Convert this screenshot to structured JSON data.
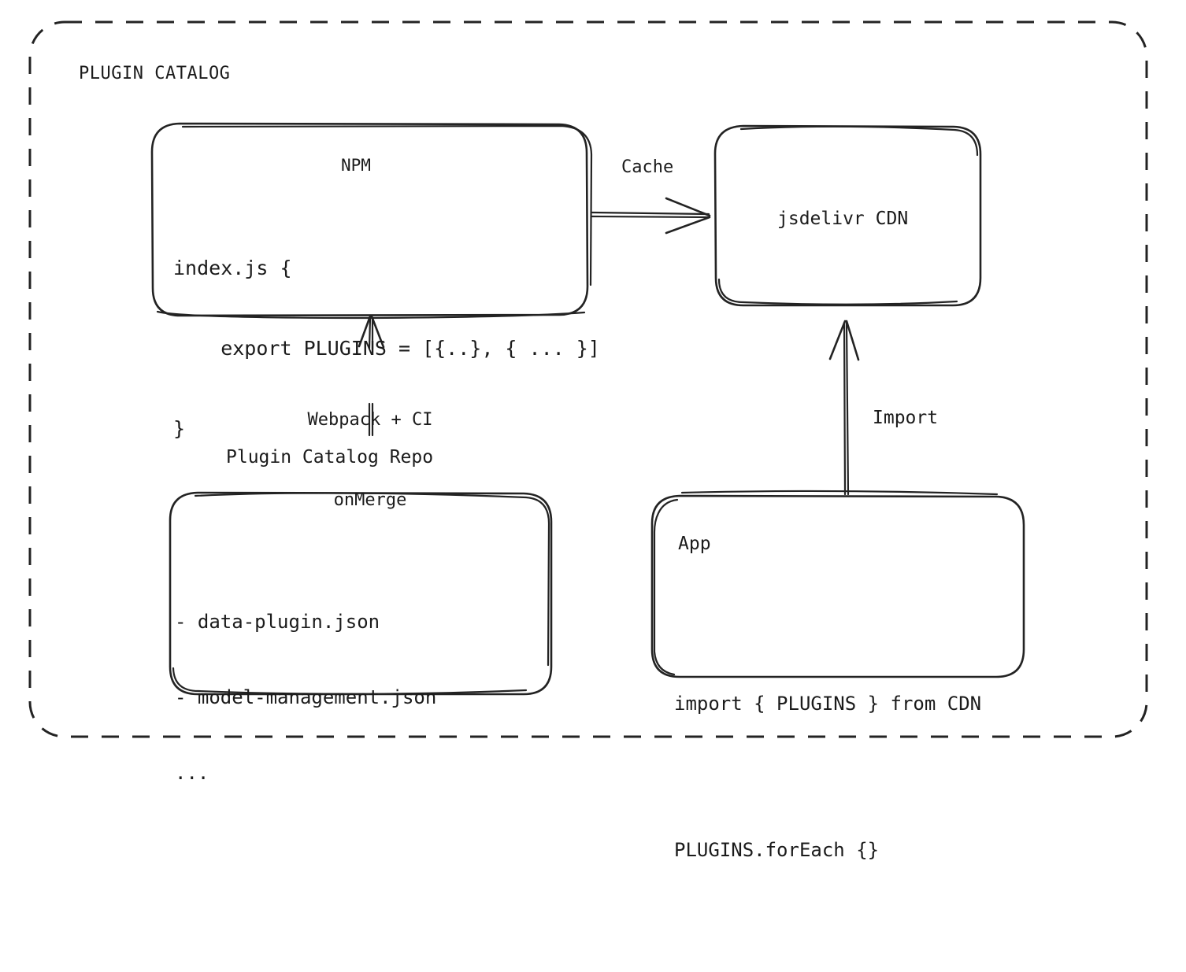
{
  "frame": {
    "title": "PLUGIN CATALOG",
    "border_style": "dashed",
    "stroke_color": "#232323"
  },
  "nodes": {
    "npm": {
      "title": "NPM",
      "code_lines": [
        "index.js {",
        "    export PLUGINS = [{..}, { ... }]",
        "}"
      ]
    },
    "cdn": {
      "title": "jsdelivr CDN"
    },
    "repo": {
      "caption": "Plugin Catalog Repo",
      "file_lines": [
        "- data-plugin.json",
        "- model-management.json",
        "..."
      ]
    },
    "app": {
      "title": "App",
      "code_lines": [
        "import { PLUGINS } from CDN",
        "PLUGINS.forEach {}"
      ]
    }
  },
  "edges": {
    "cache": {
      "label": "Cache",
      "from": "npm",
      "to": "cdn",
      "direction": "right"
    },
    "build": {
      "label": "Webpack + CI\nonMerge",
      "label_line1": "Webpack + CI",
      "label_line2": "onMerge",
      "from": "repo",
      "to": "npm",
      "direction": "up"
    },
    "import": {
      "label": "Import",
      "from": "app",
      "to": "cdn",
      "direction": "up"
    }
  }
}
